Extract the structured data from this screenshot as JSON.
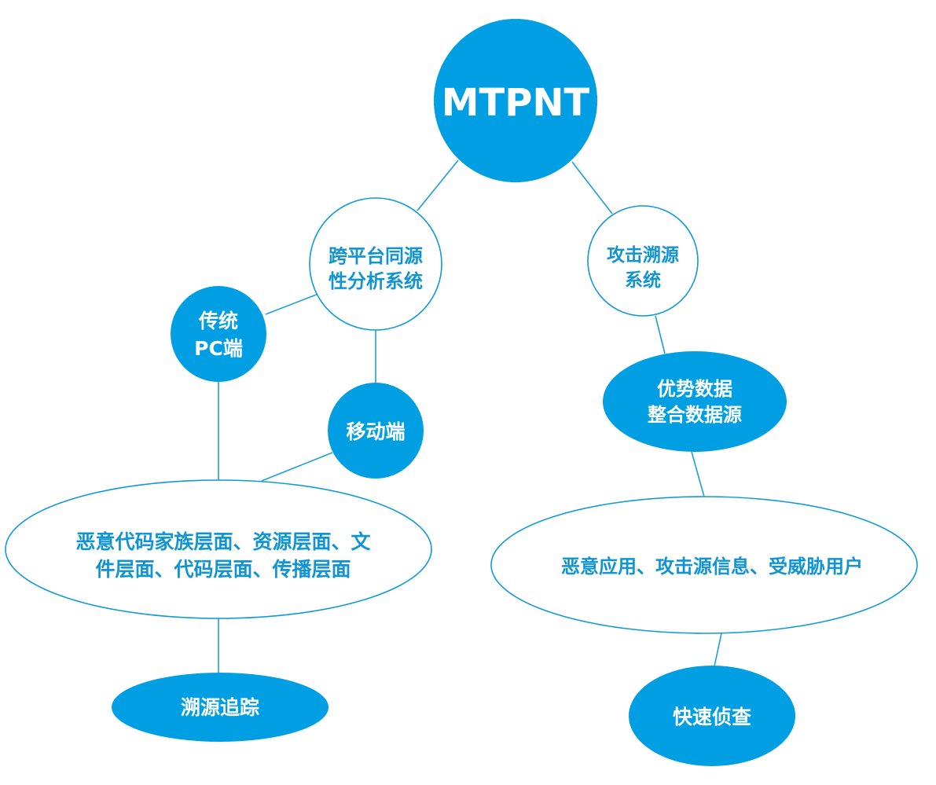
{
  "diagram": {
    "root": {
      "label": "MTPNT"
    },
    "branch_left": {
      "line1": "跨平台同源",
      "line2": "性分析系统"
    },
    "branch_right": {
      "line1": "攻击溯源",
      "line2": "系统"
    },
    "pc": {
      "line1": "传统",
      "line2": "PC端"
    },
    "mobile": {
      "label": "移动端"
    },
    "data_source": {
      "line1": "优势数据",
      "line2": "整合数据源"
    },
    "levels": {
      "line1": "恶意代码家族层面、资源层面、文",
      "line2": "件层面、代码层面、传播层面"
    },
    "threat_info": {
      "label": "恶意应用、攻击源信息、受威胁用户"
    },
    "trace": {
      "label": "溯源追踪"
    },
    "investigate": {
      "label": "快速侦查"
    }
  }
}
